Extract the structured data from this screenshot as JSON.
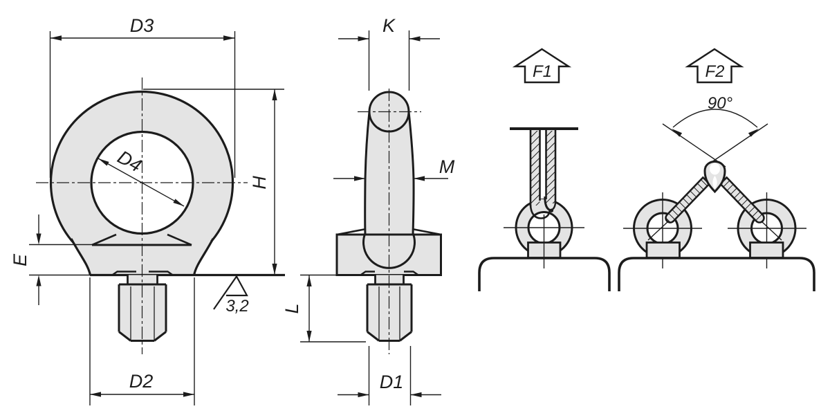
{
  "drawing": {
    "colors": {
      "line": "#1c1c1c",
      "fill": "#e4e4e4",
      "background": "#ffffff"
    },
    "front_view": {
      "dim_outer_diameter": "D3",
      "dim_hole_diameter": "D4",
      "dim_height": "H",
      "dim_collar_height": "E",
      "dim_collar_diameter": "D2",
      "surface_roughness": "3,2"
    },
    "side_view": {
      "dim_eye_width": "K",
      "dim_shank_width": "M",
      "dim_thread_length": "L",
      "dim_thread_diameter": "D1"
    },
    "load_diagrams": {
      "axial_load_label": "F1",
      "angled_load_label": "F2",
      "sling_angle": "90°"
    }
  }
}
